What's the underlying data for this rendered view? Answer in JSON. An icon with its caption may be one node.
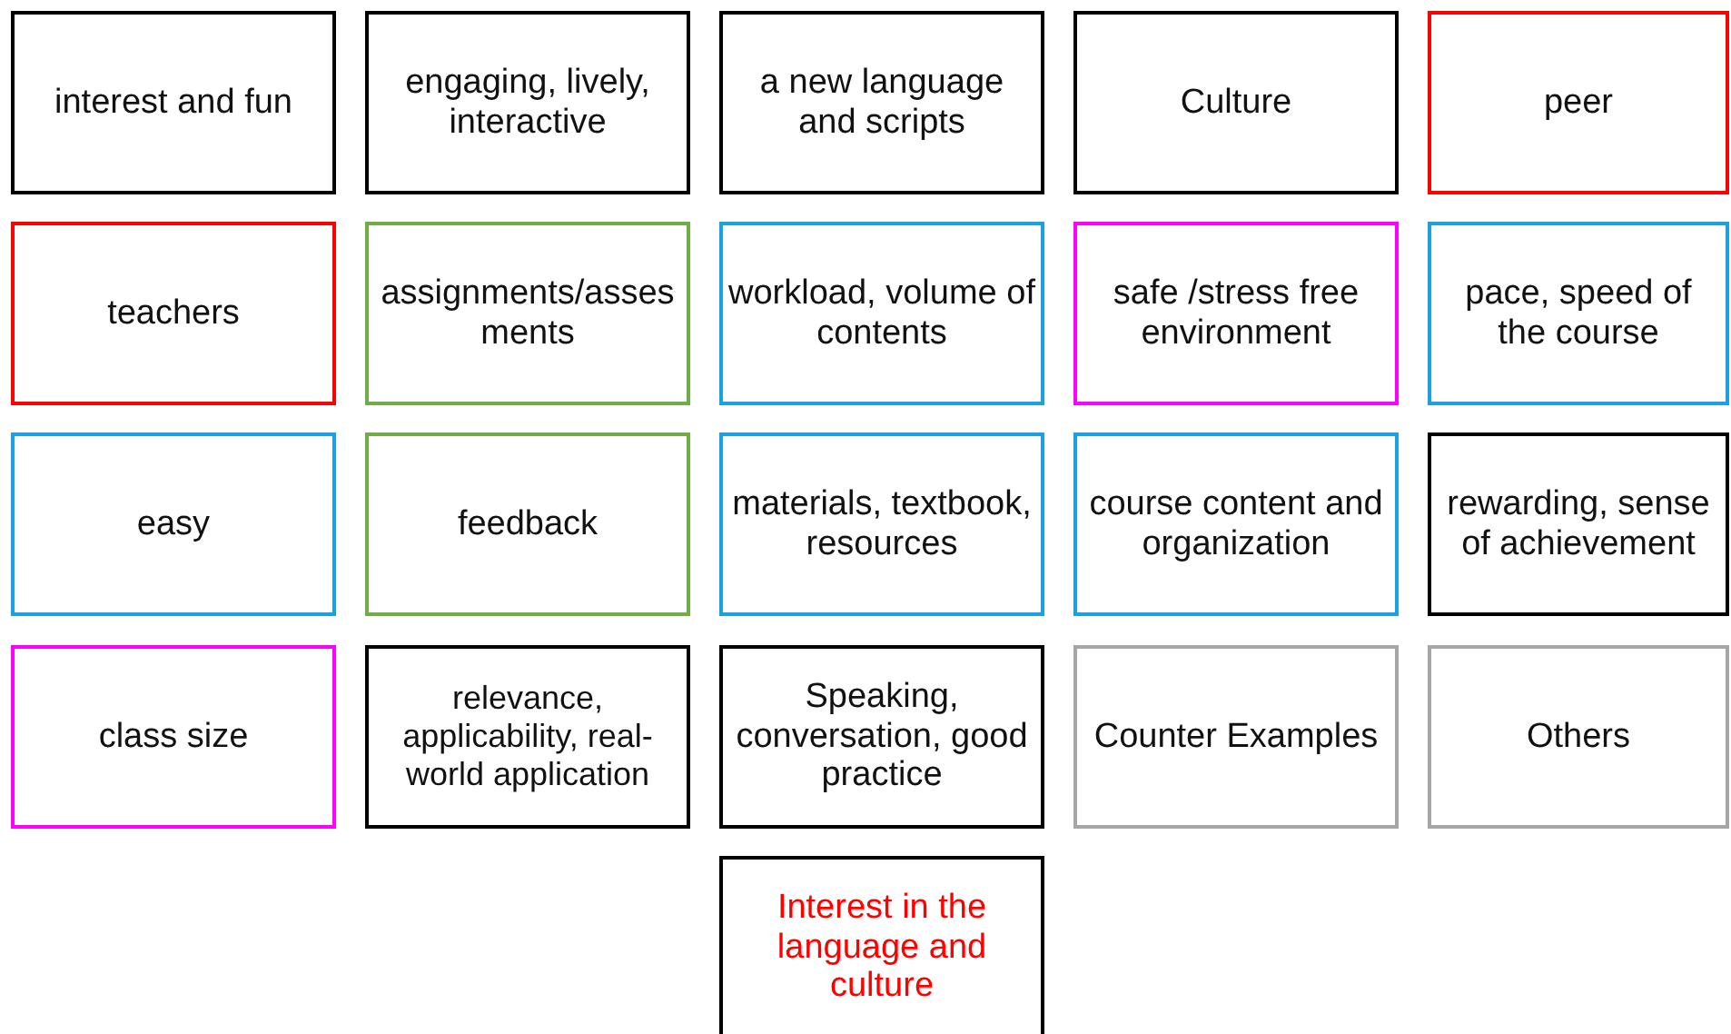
{
  "diagram": {
    "nodes": [
      {
        "text": [
          "interest and fun"
        ]
      },
      {
        "text": [
          "engaging, lively, interactive"
        ]
      },
      {
        "text": [
          "a new language and scripts"
        ]
      },
      {
        "text": [
          "Culture"
        ]
      },
      {
        "text": [
          "peer"
        ]
      },
      {
        "text": [
          "teachers"
        ]
      },
      {
        "text": [
          "assignments/assesments"
        ]
      },
      {
        "text": [
          "workload, volume of contents"
        ]
      },
      {
        "text": [
          "safe /stress free environment"
        ]
      },
      {
        "text": [
          "pace, speed of the course"
        ]
      },
      {
        "text": [
          "easy"
        ]
      },
      {
        "text": [
          "feedback"
        ]
      },
      {
        "text": [
          "materials, textbook, resources"
        ]
      },
      {
        "text": [
          "course content and organization"
        ]
      },
      {
        "text": [
          "rewarding, sense of achievement"
        ]
      },
      {
        "text": [
          "class size"
        ]
      },
      {
        "text": [
          "relevance, applicability, real-world application"
        ]
      },
      {
        "text": [
          "Speaking, conversation, good practice"
        ]
      },
      {
        "text": [
          "Counter Examples"
        ]
      },
      {
        "text": [
          "Others"
        ]
      },
      {
        "text": [
          "Interest in the language and culture"
        ]
      }
    ]
  }
}
